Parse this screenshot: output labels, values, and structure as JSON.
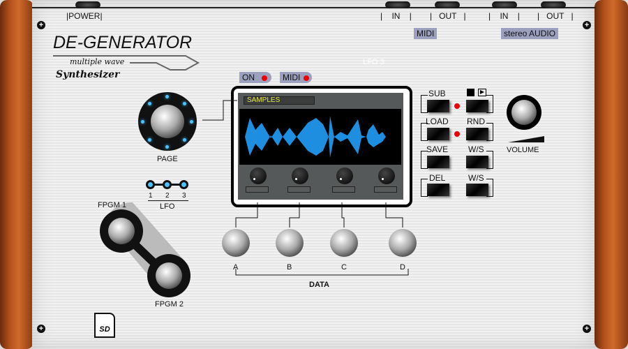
{
  "header": {
    "power": "|POWER|",
    "midi_in": "IN",
    "midi_out": "OUT",
    "audio_in": "IN",
    "audio_out": "OUT",
    "midi_label": "MIDI",
    "audio_label": "stereo AUDIO"
  },
  "brand": {
    "title": "DE-GENERATOR",
    "subtitle1": "multiple wave",
    "subtitle2": "Synthesizer"
  },
  "status": {
    "on": "ON",
    "midi": "MIDI",
    "lfo_hint": "LFO 3"
  },
  "screen": {
    "title": "SAMPLES"
  },
  "page_knob": {
    "label": "PAGE"
  },
  "lfo": {
    "label": "LFO",
    "options": [
      "1",
      "2",
      "3"
    ]
  },
  "fpgm": {
    "one": "FPGM 1",
    "two": "FPGM 2"
  },
  "data_knobs": {
    "labels": [
      "A",
      "B",
      "C",
      "D"
    ],
    "group": "DATA"
  },
  "buttons": {
    "sub": "SUB",
    "load": "LOAD",
    "save": "SAVE",
    "del": "DEL",
    "rnd": "RND",
    "ws1": "W/S",
    "ws2": "W/S"
  },
  "volume": {
    "label": "VOLUME"
  },
  "sd": {
    "label": "SD"
  }
}
